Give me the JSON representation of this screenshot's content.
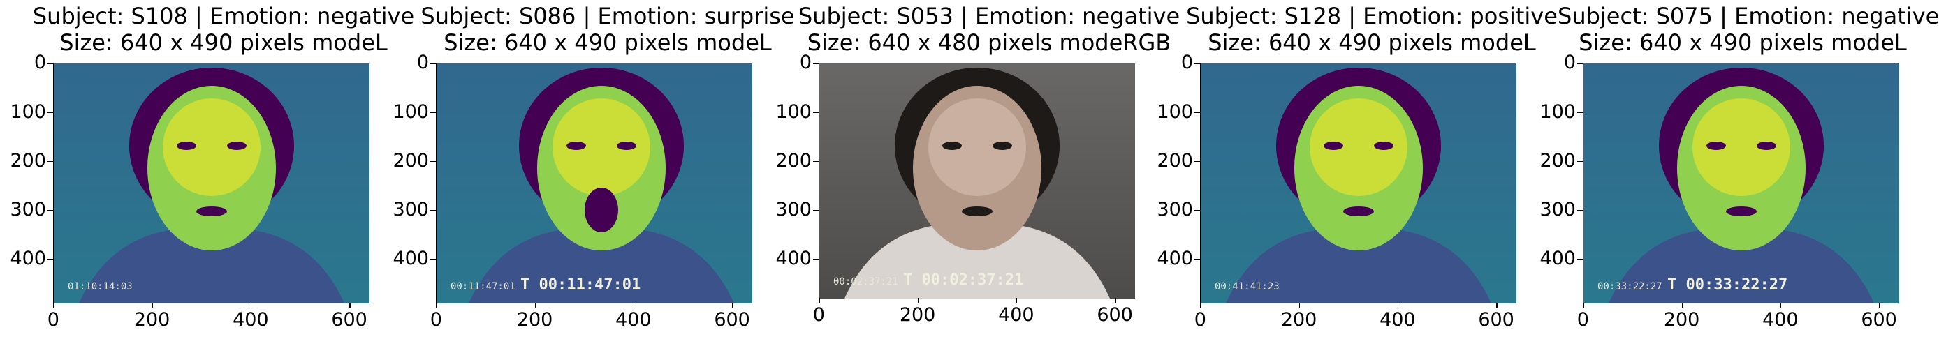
{
  "panels": [
    {
      "subject_line": "Subject: S108 | Emotion: negative",
      "size_line": "Size: 640 x 490 pixels modeL",
      "timestamp": "01:10:14:03",
      "mode": "L"
    },
    {
      "subject_line": "Subject: S086 | Emotion: surprise",
      "size_line": "Size: 640 x 490 pixels modeL",
      "timestamp": "00:11:47:01",
      "big_timestamp": "T 00:11:47:01",
      "mode": "L"
    },
    {
      "subject_line": "Subject: S053 | Emotion: negative",
      "size_line": "Size: 640 x 480 pixels modeRGB",
      "timestamp": "00:02:37:21",
      "big_timestamp": "T 00:02:37:21",
      "mode": "RGB"
    },
    {
      "subject_line": "Subject: S128 | Emotion: positive",
      "size_line": "Size: 640 x 490 pixels modeL",
      "timestamp": "00:41:41:23",
      "mode": "L"
    },
    {
      "subject_line": "Subject: S075 | Emotion: negative",
      "size_line": "Size: 640 x 490 pixels modeL",
      "timestamp": "00:33:22:27",
      "big_timestamp": "T 00:33:22:27",
      "mode": "L"
    }
  ],
  "y_ticks": [
    "0",
    "100",
    "200",
    "300",
    "400"
  ],
  "x_ticks": [
    "0",
    "200",
    "400",
    "600"
  ],
  "colors": {
    "viridis_dark": "#440154",
    "viridis_mid": "#21918c",
    "viridis_teal": "#2a788e",
    "viridis_bright": "#fde725",
    "gray_bg": "#5a5a5a"
  }
}
